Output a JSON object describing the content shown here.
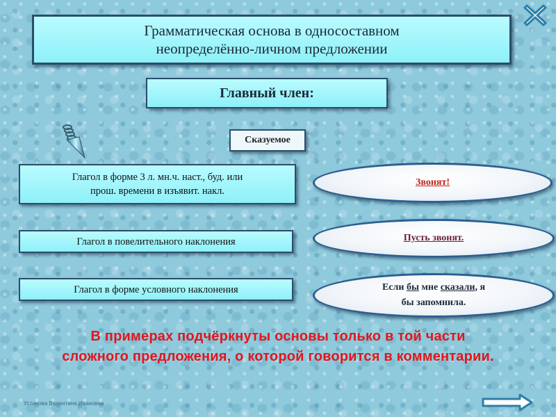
{
  "slide": {
    "title_line1": "Грамматическая основа в односоставном",
    "title_line2": "неопределённо-личном предложении",
    "subject_label": "Главный член:",
    "predicate_label": "Сказуемое",
    "definitions": [
      {
        "line1": "Глагол в форме 3 л. мн.ч. наст., буд. или",
        "line2": "прош. времени в изъявит. накл."
      },
      {
        "text": "Глагол в повелительного наклонения"
      },
      {
        "text": "Глагол в форме условного наклонения"
      }
    ],
    "examples": [
      {
        "text": "Звонят!",
        "color": "#c0241a"
      },
      {
        "text": "Пусть звонят.",
        "color": "#6a1f3c"
      },
      {
        "part1": "Если ",
        "underlined1": "бы",
        "part2": " мне ",
        "underlined2": "сказали",
        "part3": ", я",
        "line2": "бы запомнила."
      }
    ],
    "comment_line1": "В примерах подчёркнуты основы только в той части",
    "comment_line2": "сложного предложения, о которой говорится в комментарии.",
    "comment_color": "#e4151b",
    "author": "Устинова Валентина Ивановна"
  },
  "icons": {
    "close": "close-x-icon",
    "next": "next-arrow-icon",
    "pointer": "spring-pointer-icon"
  },
  "colors": {
    "background": "#8ec9dc",
    "box_fill": "#8ef0f8",
    "box_border": "#2a4d6a",
    "oval_border": "#2d5f8f"
  }
}
